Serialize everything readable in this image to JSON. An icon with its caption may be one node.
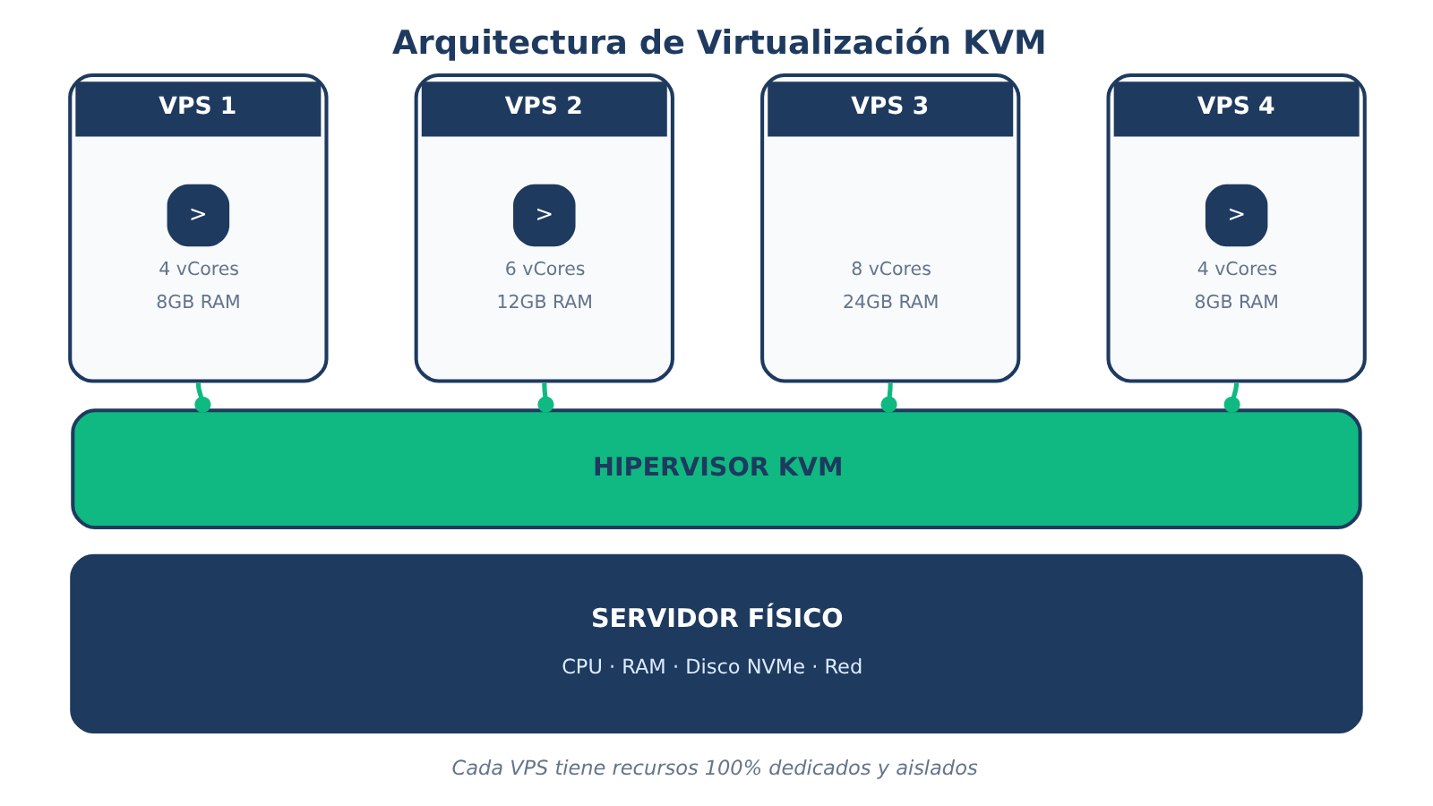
{
  "diagram": {
    "title": "Arquitectura de Virtualización KVM",
    "caption": "Cada VPS tiene recursos 100% dedicados y aislados",
    "nodes": [
      {
        "text": [
          "VPS 1",
          ">",
          "4 vCores",
          "8GB RAM"
        ]
      },
      {
        "text": [
          "VPS 2",
          ">",
          "6 vCores",
          "12GB RAM"
        ]
      },
      {
        "text": [
          "VPS 3",
          "8 vCores",
          "24GB RAM"
        ]
      },
      {
        "text": [
          "VPS 4",
          ">",
          "4 vCores",
          "8GB RAM"
        ]
      },
      {
        "text": [
          "HIPERVISOR KVM"
        ]
      },
      {
        "text": [
          "SERVIDOR FÍSICO",
          "CPU · RAM · Disco NVMe · Red"
        ]
      }
    ],
    "edges": [
      {
        "from": 0,
        "to": 4,
        "arrow": "other"
      },
      {
        "from": 1,
        "to": 4,
        "arrow": "other"
      },
      {
        "from": 2,
        "to": 4,
        "arrow": "other"
      },
      {
        "from": 3,
        "to": 4,
        "arrow": "other"
      }
    ]
  }
}
